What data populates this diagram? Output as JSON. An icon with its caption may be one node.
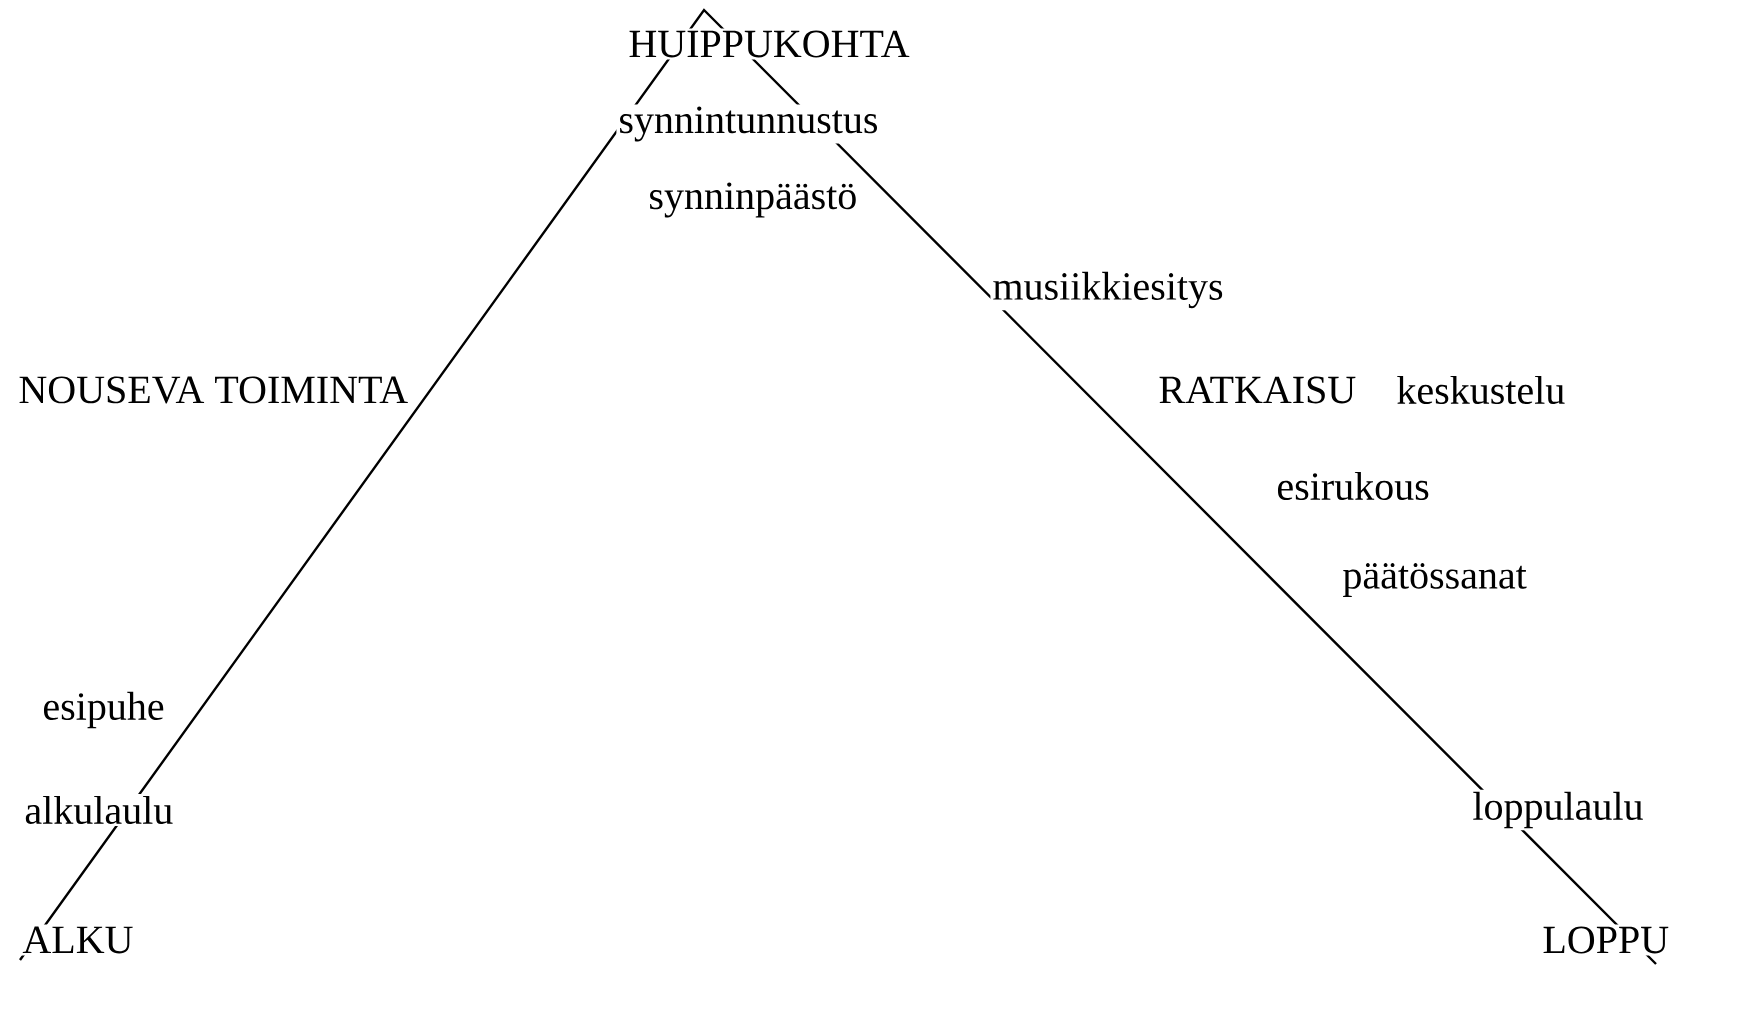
{
  "diagram": {
    "labels": [
      "HUIPPUKOHTA",
      "synnintunnustus",
      "synninpäästö",
      "musiikkiesitys",
      "NOUSEVA TOIMINTA",
      "RATKAISU",
      "keskustelu",
      "esirukous",
      "päätössanat",
      "esipuhe",
      "alkulaulu",
      "loppulaulu",
      "ALKU",
      "LOPPU"
    ]
  }
}
